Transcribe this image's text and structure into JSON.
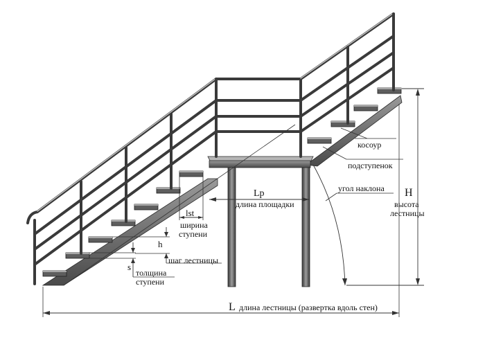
{
  "labels": {
    "kosour": "косоур",
    "podstupenok": "подступенок",
    "ugol": "угол наклона",
    "H_symbol": "H",
    "H_line1": "высота",
    "H_line2": "лестницы",
    "Lp_symbol": "Lp",
    "Lp_text": "длина площадки",
    "lst_symbol": "lst",
    "lst_line1": "ширина",
    "lst_line2": "ступени",
    "h_symbol": "h",
    "h_text": "шаг лестницы",
    "s_symbol": "s",
    "s_line1": "толщина",
    "s_line2": "ступени",
    "L_symbol": "L",
    "L_text": "длина лестницы (развертка вдоль стен)"
  },
  "colors": {
    "metal_dark": "#3a3a3a",
    "metal_mid": "#6d6d6d",
    "line": "#333333"
  }
}
